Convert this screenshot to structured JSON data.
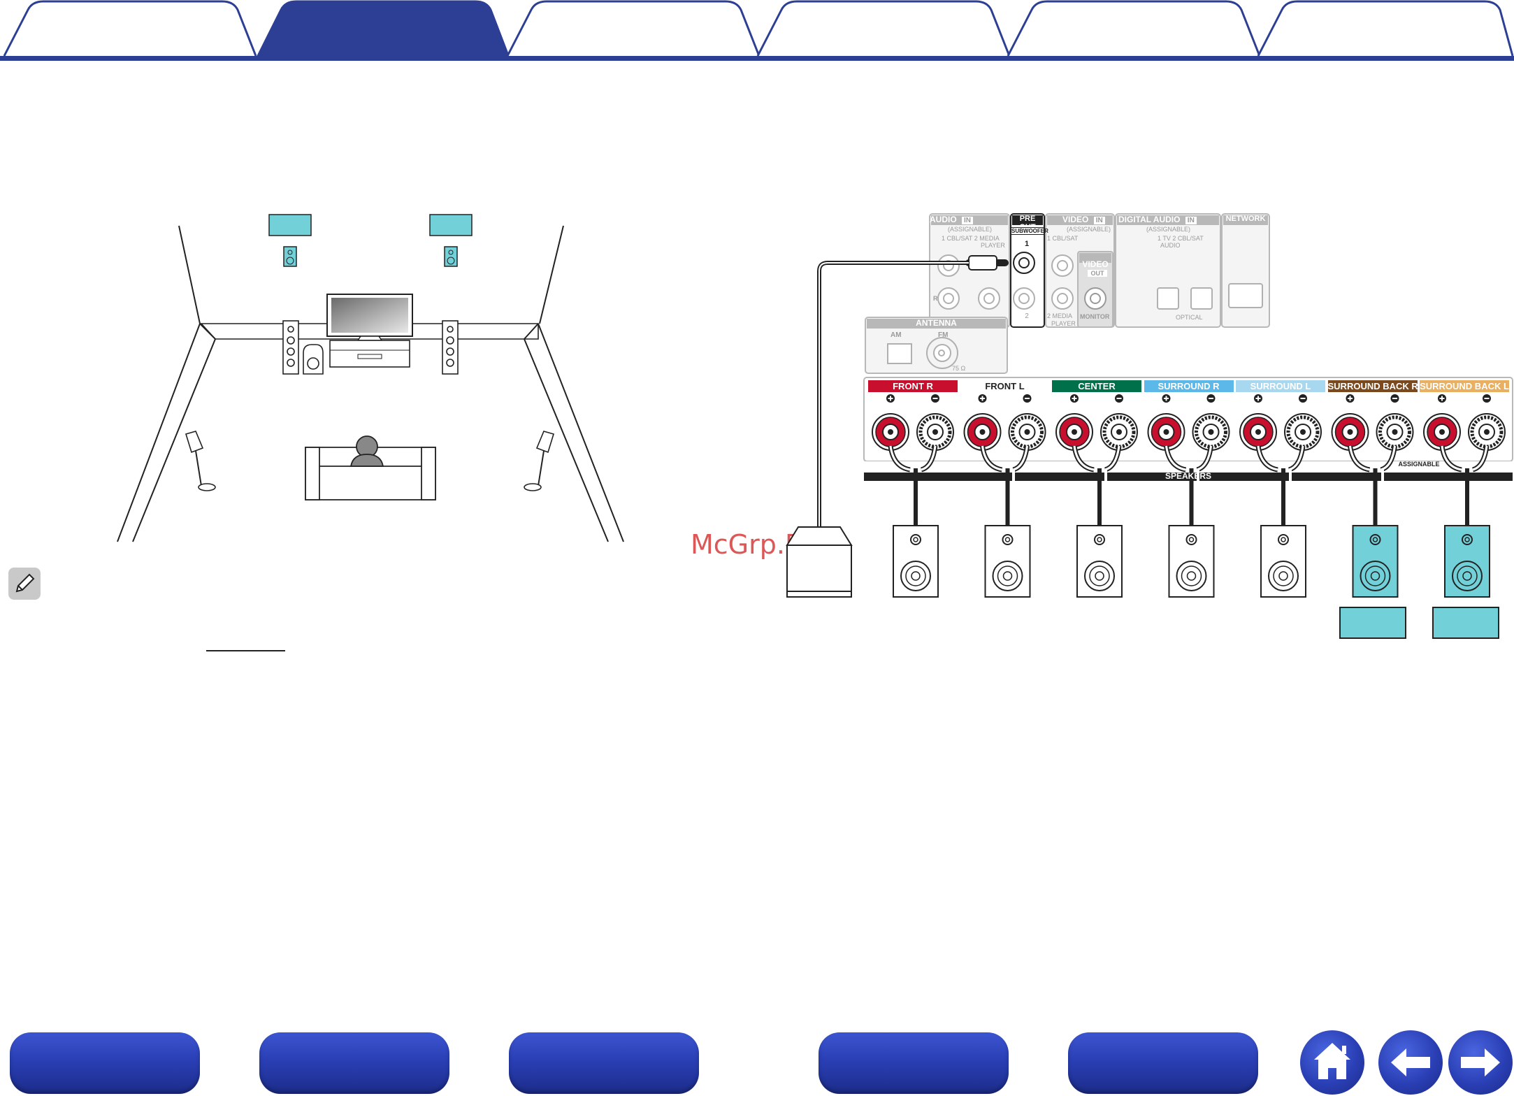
{
  "tabs": [
    {
      "name": "tab-1",
      "active": false
    },
    {
      "name": "tab-2",
      "active": true
    },
    {
      "name": "tab-3",
      "active": false
    },
    {
      "name": "tab-4",
      "active": false
    },
    {
      "name": "tab-5",
      "active": false
    },
    {
      "name": "tab-6",
      "active": false
    }
  ],
  "colors": {
    "accent": "#2d3f94",
    "cyan": "#72d1d8",
    "front_r": "#c8102e",
    "center": "#00704a",
    "surround_r": "#5bb8e8",
    "surround_l": "#a8d8f0",
    "surround_back_r": "#7a4a1e",
    "surround_back_l": "#e8b060"
  },
  "watermark": "McGrp.Ru",
  "receiver": {
    "audio_in": "AUDIO",
    "in_badge": "IN",
    "assignable": "(ASSIGNABLE)",
    "audio_inputs": "1 CBL/SAT  2  MEDIA",
    "player": "PLAYER",
    "r_mark": "R",
    "pre_out": "PRE OUT",
    "subwoofer": "SUBWOOFER",
    "sub_1": "1",
    "sub_2": "2",
    "video_in": "VIDEO",
    "video_inputs": "1 CBL/SAT",
    "media_player": "2  MEDIA",
    "video_out": "VIDEO",
    "out_badge": "OUT",
    "monitor": "MONITOR",
    "digital_audio": "DIGITAL AUDIO",
    "digital_inputs": "1  TV      2 CBL/SAT",
    "digital_audio_sub": "AUDIO",
    "optical": "OPTICAL",
    "network": "NETWORK",
    "antenna": "ANTENNA",
    "am": "AM",
    "fm": "FM",
    "ohm": "75 Ω",
    "speakers": "SPEAKERS",
    "assignable_label": "ASSIGNABLE"
  },
  "speaker_terminals": [
    {
      "label": "FRONT R",
      "color": "#c8102e"
    },
    {
      "label": "FRONT L",
      "color": "#ffffff"
    },
    {
      "label": "CENTER",
      "color": "#00704a"
    },
    {
      "label": "SURROUND R",
      "color": "#5bb8e8"
    },
    {
      "label": "SURROUND L",
      "color": "#a8d8f0"
    },
    {
      "label": "SURROUND BACK R",
      "color": "#7a4a1e"
    },
    {
      "label": "SURROUND BACK L",
      "color": "#e8b060"
    }
  ],
  "bottom_nav": [
    {
      "name": "nav-button-1"
    },
    {
      "name": "nav-button-2"
    },
    {
      "name": "nav-button-3"
    },
    {
      "name": "nav-button-4"
    },
    {
      "name": "nav-button-5"
    }
  ],
  "icons": {
    "home": "home-icon",
    "back": "arrow-left-icon",
    "forward": "arrow-right-icon",
    "memo": "pencil-icon"
  }
}
